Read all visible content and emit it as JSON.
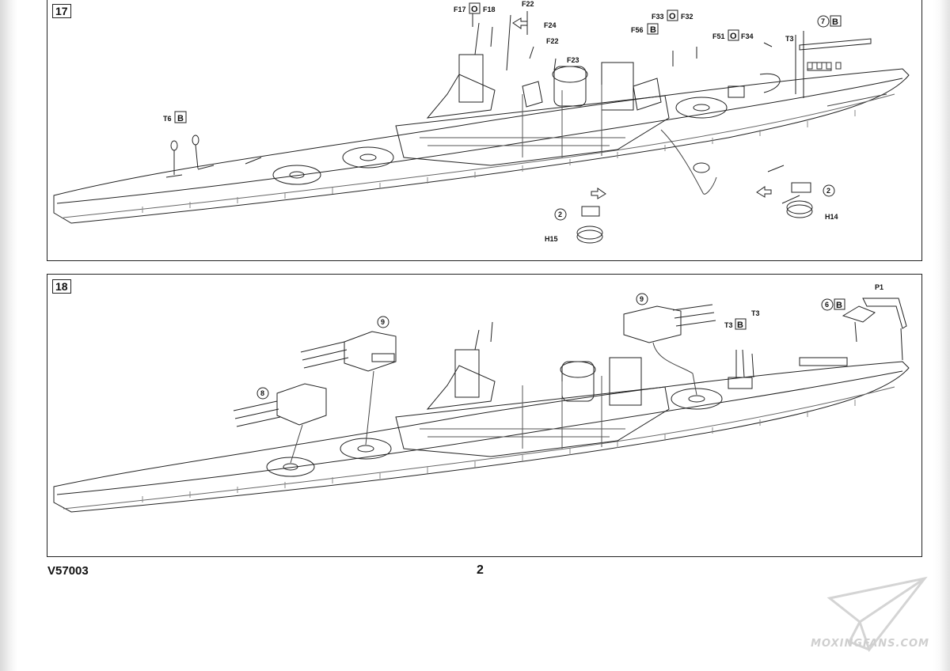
{
  "document": {
    "code": "V57003",
    "page": "2"
  },
  "steps": [
    {
      "number": "17",
      "callouts": [
        {
          "text": "F17",
          "kind": "part"
        },
        {
          "text": "O",
          "kind": "sprue"
        },
        {
          "text": "F18",
          "kind": "part"
        },
        {
          "text": "F22",
          "kind": "part"
        },
        {
          "text": "F24",
          "kind": "part"
        },
        {
          "text": "F22",
          "kind": "part"
        },
        {
          "text": "F23",
          "kind": "part"
        },
        {
          "text": "F56",
          "kind": "part"
        },
        {
          "text": "B",
          "kind": "sprue"
        },
        {
          "text": "F33",
          "kind": "part"
        },
        {
          "text": "O",
          "kind": "sprue"
        },
        {
          "text": "F32",
          "kind": "part"
        },
        {
          "text": "F51",
          "kind": "part"
        },
        {
          "text": "O",
          "kind": "sprue"
        },
        {
          "text": "F34",
          "kind": "part"
        },
        {
          "text": "T3",
          "kind": "part"
        },
        {
          "text": "7",
          "kind": "substep"
        },
        {
          "text": "B",
          "kind": "sprue"
        },
        {
          "text": "T6",
          "kind": "part"
        },
        {
          "text": "B",
          "kind": "sprue"
        },
        {
          "text": "2",
          "kind": "substep"
        },
        {
          "text": "H15",
          "kind": "part"
        },
        {
          "text": "2",
          "kind": "substep"
        },
        {
          "text": "H14",
          "kind": "part"
        }
      ]
    },
    {
      "number": "18",
      "callouts": [
        {
          "text": "9",
          "kind": "substep"
        },
        {
          "text": "9",
          "kind": "substep"
        },
        {
          "text": "8",
          "kind": "substep"
        },
        {
          "text": "T3",
          "kind": "part"
        },
        {
          "text": "B",
          "kind": "sprue"
        },
        {
          "text": "T3",
          "kind": "part"
        },
        {
          "text": "6",
          "kind": "substep"
        },
        {
          "text": "B",
          "kind": "sprue"
        },
        {
          "text": "P1",
          "kind": "part"
        }
      ]
    }
  ],
  "watermark": {
    "text": "MOXINGFANS.COM",
    "icon": "paper-plane-icon"
  }
}
